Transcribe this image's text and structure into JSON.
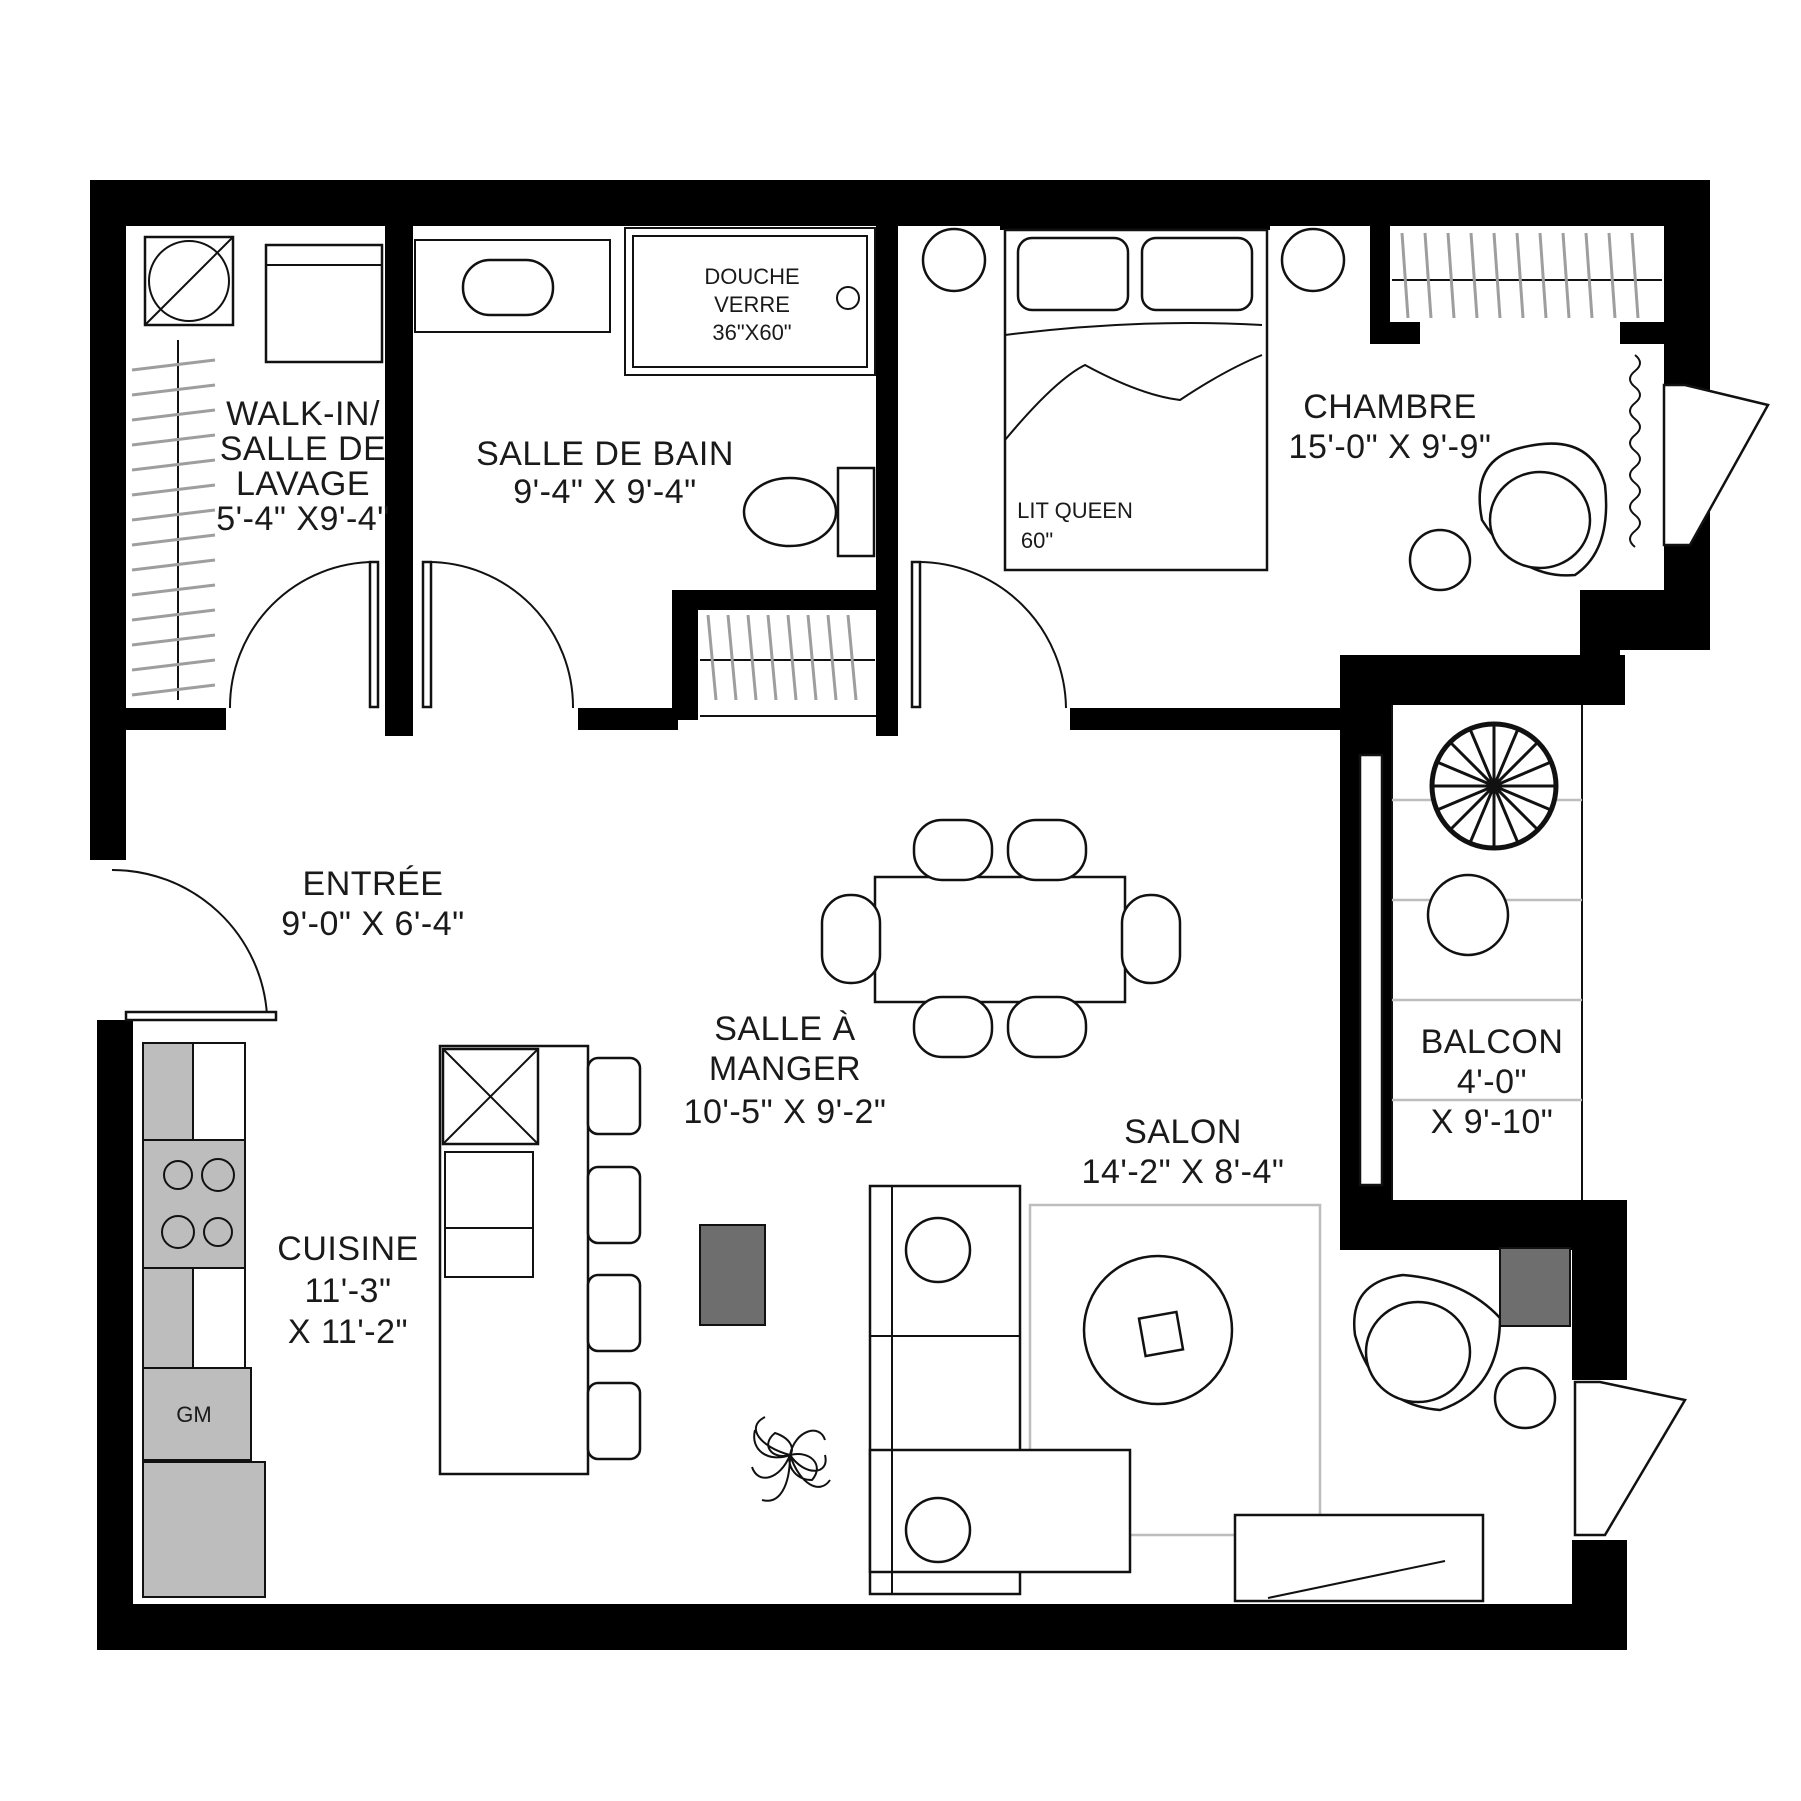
{
  "rooms": {
    "walkin": {
      "l1": "WALK-IN/",
      "l2": "SALLE DE",
      "l3": "LAVAGE",
      "dim": "5'-4\" X9'-4\""
    },
    "bain": {
      "name": "SALLE DE BAIN",
      "dim": "9'-4\" X 9'-4\""
    },
    "douche": {
      "l1": "DOUCHE",
      "l2": "VERRE",
      "l3": "36\"X60\""
    },
    "chambre": {
      "name": "CHAMBRE",
      "dim": "15'-0\" X 9'-9\""
    },
    "lit": {
      "l1": "LIT QUEEN",
      "l2": "60\""
    },
    "entree": {
      "name": "ENTRÉE",
      "dim": "9'-0\" X 6'-4\""
    },
    "manger": {
      "l1": "SALLE À",
      "l2": "MANGER",
      "dim": "10'-5\" X 9'-2\""
    },
    "salon": {
      "name": "SALON",
      "dim": "14'-2\" X 8'-4\""
    },
    "balcon": {
      "name": "BALCON",
      "dim1": "4'-0\"",
      "dim2": "X 9'-10\""
    },
    "cuisine": {
      "name": "CUISINE",
      "dim1": "11'-3\"",
      "dim2": "X 11'-2\""
    },
    "gm": "GM"
  }
}
